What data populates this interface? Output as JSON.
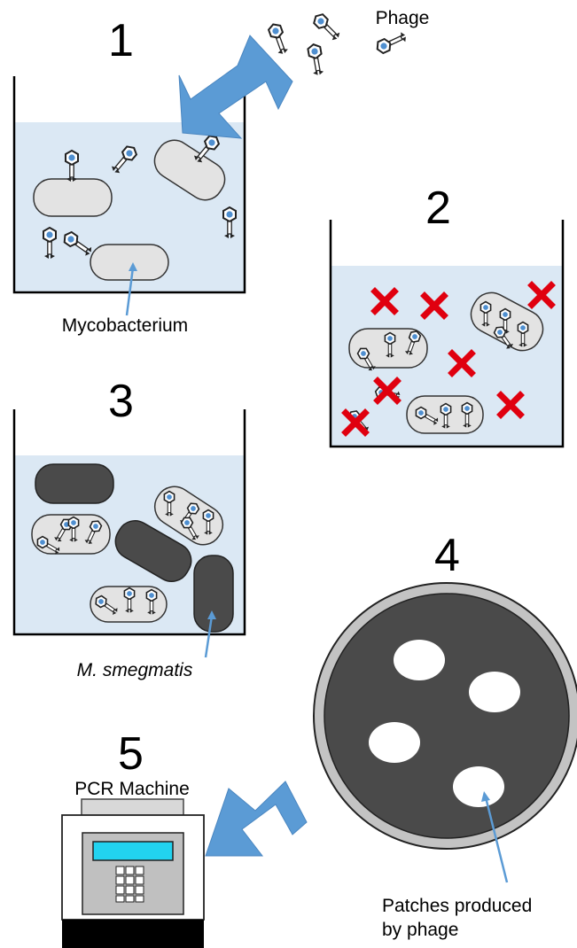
{
  "steps": [
    {
      "number": "1"
    },
    {
      "number": "2"
    },
    {
      "number": "3"
    },
    {
      "number": "4"
    },
    {
      "number": "5"
    }
  ],
  "labels": {
    "phage": "Phage",
    "mycobacterium": "Mycobacterium",
    "m_smegmatis": "M. smegmatis",
    "pcr_machine": "PCR Machine",
    "patches_line1": "Patches produced",
    "patches_line2": "by phage"
  },
  "colors": {
    "liquid": "#dbe8f4",
    "arrow": "#5b9bd5",
    "cross": "#e0000f",
    "dark_cell": "#4a4a4a",
    "plate": "#4a4a4a",
    "plate_rim": "#c0c0c0",
    "pcr_screen": "#22d3f0"
  },
  "icons": [
    "phage-icon",
    "cross-icon",
    "arrow-icon",
    "keypad-icon"
  ]
}
